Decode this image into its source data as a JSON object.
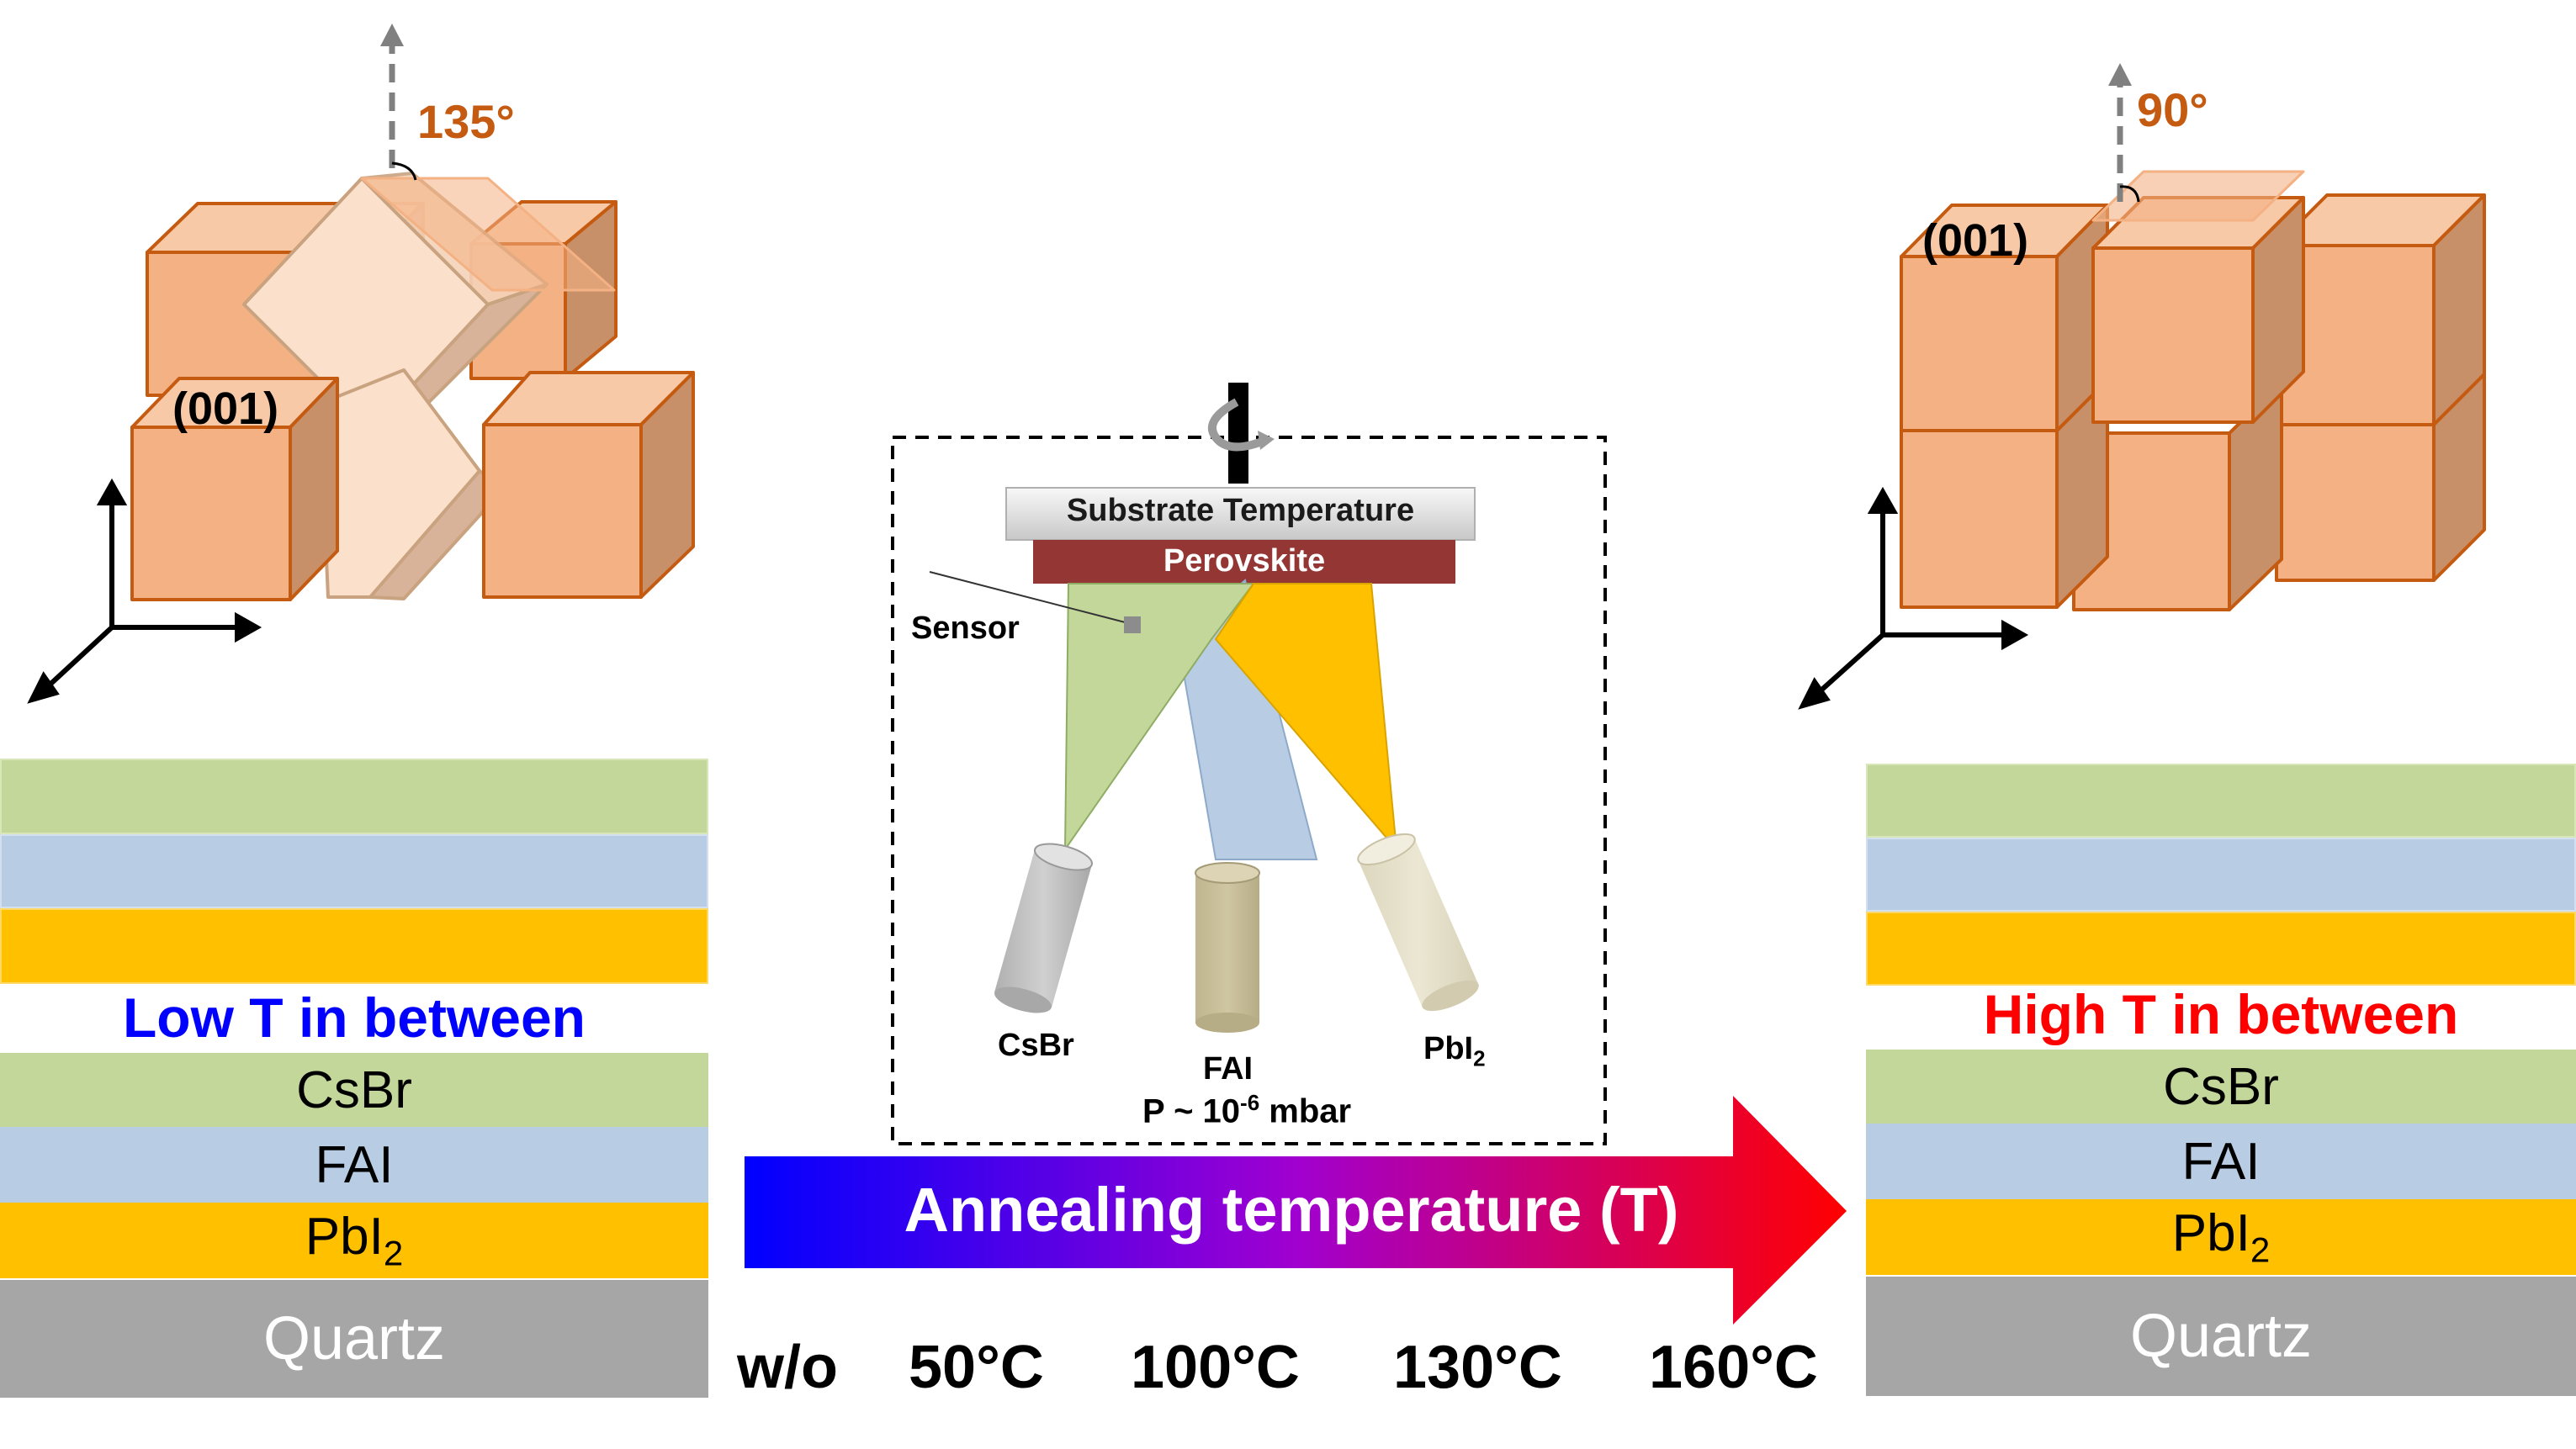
{
  "colors": {
    "csbr": "#c4d79b",
    "fai": "#b8cce4",
    "pbi2": "#ffc000",
    "quartz": "#a6a6a6",
    "cube_face": "#f4b183",
    "cube_edge": "#c55a11",
    "low_t_text": "#0000ff",
    "high_t_text": "#ff0000",
    "perovskite": "#943634",
    "angle_text": "#c55a11"
  },
  "left_structure": {
    "angle_label": "135°",
    "plane_label": "(001)",
    "caption": "Low T in between",
    "layers": {
      "csbr": "CsBr",
      "fai": "FAI",
      "pbi2_main": "PbI",
      "pbi2_sub": "2",
      "quartz": "Quartz"
    }
  },
  "right_structure": {
    "angle_label": "90°",
    "plane_label": "(001)",
    "caption": "High T in between",
    "layers": {
      "csbr": "CsBr",
      "fai": "FAI",
      "pbi2_main": "PbI",
      "pbi2_sub": "2",
      "quartz": "Quartz"
    }
  },
  "chamber": {
    "substrate_label": "Substrate Temperature",
    "perovskite_label": "Perovskite",
    "sensor_label": "Sensor",
    "source_csbr": "CsBr",
    "source_fai": "FAI",
    "source_pbi2_main": "PbI",
    "source_pbi2_sub": "2",
    "pressure_main": "P ~ 10",
    "pressure_exp": "-6",
    "pressure_unit": " mbar"
  },
  "arrow": {
    "label": "Annealing temperature (T)",
    "ticks": [
      "w/o",
      "50°C",
      "100°C",
      "130°C",
      "160°C"
    ]
  }
}
